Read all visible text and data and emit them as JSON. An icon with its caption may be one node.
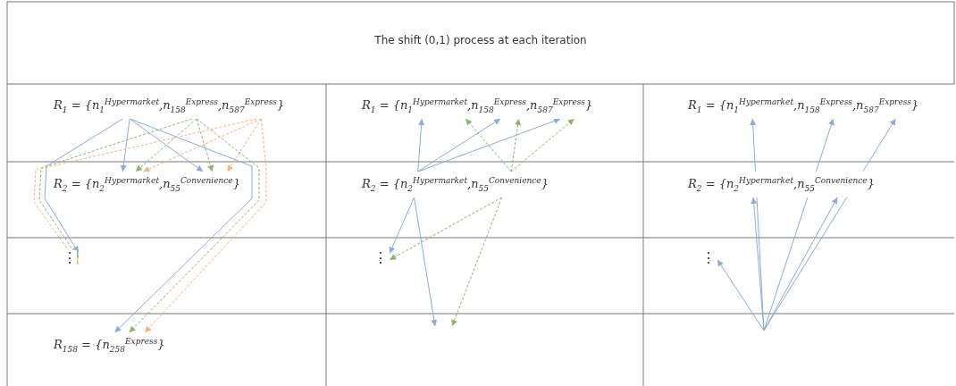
{
  "diagram": {
    "title": "The shift (0,1) process at each iteration",
    "nodes": [
      {
        "text": [
          "R$_{1}$ = {n$_{1}$$^{Hypermarket}$,n$_{158}$$^{Express}$,n$_{587}$$^{Express}$}"
        ]
      },
      {
        "text": [
          "R$_{2}$ = {n$_{2}$$^{Hypermarket}$,n$_{55}$$^{Convenience}$}"
        ]
      },
      {
        "text": [
          "⋮"
        ]
      },
      {
        "text": [
          "R$_{158}$ = {n$_{258}$$^{Express}$}"
        ]
      },
      {
        "text": [
          "R$_{1}$ = {n$_{1}$$^{Hypermarket}$,n$_{158}$$^{Express}$,n$_{587}$$^{Express}$}"
        ]
      },
      {
        "text": [
          "R$_{2}$ = {n$_{2}$$^{Hypermarket}$,n$_{55}$$^{Convenience}$}"
        ]
      },
      {
        "text": [
          "⋮"
        ]
      },
      {
        "text": [
          "R$_{1}$ = {n$_{1}$$^{Hypermarket}$,n$_{158}$$^{Express}$,n$_{587}$$^{Express}$}"
        ]
      },
      {
        "text": [
          "R$_{2}$ = {n$_{2}$$^{Hypermarket}$,n$_{55}$$^{Convenience}$}"
        ]
      },
      {
        "text": [
          "⋮"
        ]
      }
    ],
    "edges": [
      {
        "from": 0,
        "to": 1,
        "arrow": "to"
      },
      {
        "from": 0,
        "to": 1,
        "arrow": "to"
      },
      {
        "from": 0,
        "to": 2,
        "arrow": "to"
      },
      {
        "from": 0,
        "to": 3,
        "arrow": "to"
      },
      {
        "from": 0,
        "to": 1,
        "arrow": "to",
        "style": "dashed",
        "color": "#8fb36e"
      },
      {
        "from": 0,
        "to": 1,
        "arrow": "to",
        "style": "dashed",
        "color": "#8fb36e"
      },
      {
        "from": 0,
        "to": 2,
        "arrow": "to",
        "style": "dashed",
        "color": "#8fb36e"
      },
      {
        "from": 0,
        "to": 3,
        "arrow": "to",
        "style": "dashed",
        "color": "#8fb36e"
      },
      {
        "from": 0,
        "to": 1,
        "arrow": "to",
        "style": "dashed",
        "color": "#f4b183"
      },
      {
        "from": 0,
        "to": 1,
        "arrow": "to",
        "style": "dashed",
        "color": "#f4b183"
      },
      {
        "from": 0,
        "to": 2,
        "arrow": "to",
        "style": "dashed",
        "color": "#f4b183"
      },
      {
        "from": 0,
        "to": 3,
        "arrow": "to",
        "style": "dashed",
        "color": "#f4b183"
      },
      {
        "from": 5,
        "to": 4,
        "arrow": "to"
      },
      {
        "from": 5,
        "to": 4,
        "arrow": "to"
      },
      {
        "from": 5,
        "to": 4,
        "arrow": "to"
      },
      {
        "from": 5,
        "to": 6,
        "arrow": "to"
      },
      {
        "from": 5,
        "to": null,
        "arrow": "to"
      },
      {
        "from": 5,
        "to": 4,
        "arrow": "to",
        "style": "dashed",
        "color": "#8fb36e"
      },
      {
        "from": 5,
        "to": 4,
        "arrow": "to",
        "style": "dashed",
        "color": "#8fb36e"
      },
      {
        "from": 5,
        "to": 4,
        "arrow": "to",
        "style": "dashed",
        "color": "#8fb36e"
      },
      {
        "from": 5,
        "to": 6,
        "arrow": "to",
        "style": "dashed",
        "color": "#8fb36e"
      },
      {
        "from": 5,
        "to": null,
        "arrow": "to",
        "style": "dashed",
        "color": "#8fb36e"
      },
      {
        "from": null,
        "to": 7,
        "arrow": "to"
      },
      {
        "from": null,
        "to": 7,
        "arrow": "to"
      },
      {
        "from": null,
        "to": 7,
        "arrow": "to"
      },
      {
        "from": null,
        "to": 8,
        "arrow": "to"
      },
      {
        "from": null,
        "to": 8,
        "arrow": "to"
      },
      {
        "from": null,
        "to": 9,
        "arrow": "to"
      }
    ]
  }
}
